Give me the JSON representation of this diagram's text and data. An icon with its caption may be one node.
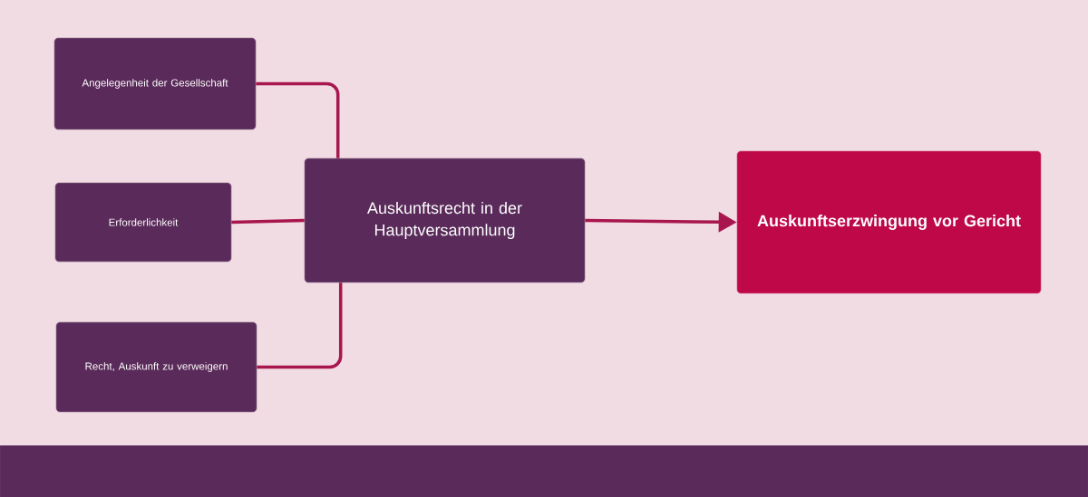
{
  "diagram": {
    "nodes": [
      {
        "text": [
          "Angelegenheit der Gesellschaft"
        ]
      },
      {
        "text": [
          "Erforderlichkeit"
        ]
      },
      {
        "text": [
          "Recht, Auskunft zu verweigern"
        ]
      },
      {
        "text": [
          "Auskunftsrecht in der Hauptversammlung"
        ]
      },
      {
        "text": [
          "Auskunftserzwingung vor Gericht"
        ]
      }
    ],
    "edges": [
      {
        "from": 0,
        "to": 3,
        "arrow": "none"
      },
      {
        "from": 1,
        "to": 3,
        "arrow": "none"
      },
      {
        "from": 2,
        "to": 3,
        "arrow": "none"
      },
      {
        "from": 3,
        "to": 4,
        "arrow": "to"
      }
    ]
  }
}
